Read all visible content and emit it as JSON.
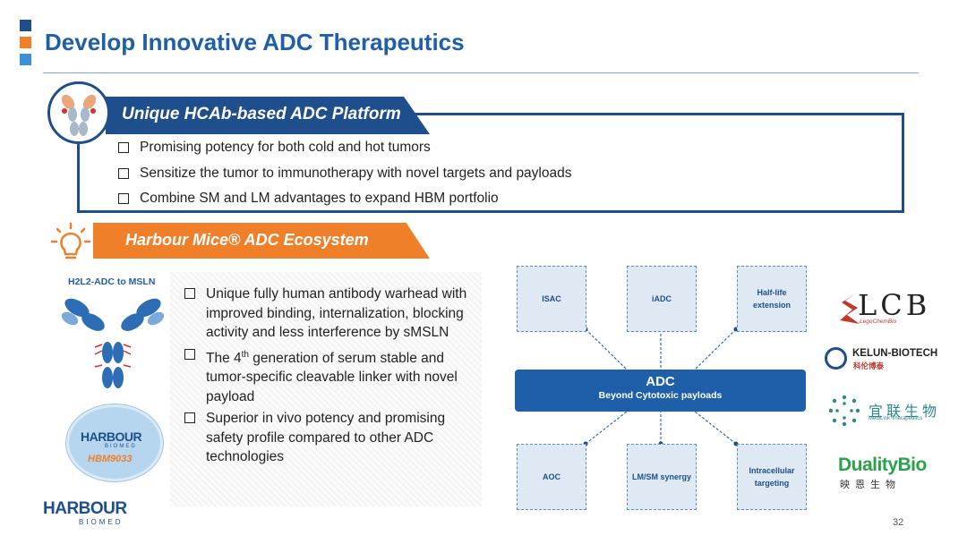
{
  "title": "Develop Innovative ADC Therapeutics",
  "platform": {
    "heading": "Unique HCAb-based ADC Platform",
    "items": [
      "Promising potency for both cold and hot tumors",
      "Sensitize the tumor to immunotherapy with novel targets and payloads",
      "Combine SM and LM advantages to expand HBM portfolio"
    ]
  },
  "ecosystem": {
    "heading": "Harbour Mice® ADC Ecosystem",
    "antibody_label": "H2L2-ADC to MSLN",
    "badge": {
      "logo": "HARBOUR",
      "sub": "BIOMED",
      "code": "HBM9033"
    },
    "company_logo": {
      "name": "HARBOUR",
      "sub": "BIOMED"
    },
    "items": [
      {
        "text": "Unique fully human antibody warhead with improved binding, internalization, blocking activity and less interference by sMSLN"
      },
      {
        "pre": "The 4",
        "sup": "th",
        "post": " generation of serum stable and tumor-specific cleavable linker with novel payload"
      },
      {
        "text": "Superior in vivo potency and promising safety profile compared to other ADC technologies"
      }
    ]
  },
  "diagram": {
    "center_title": "ADC",
    "center_subtitle": "Beyond Cytotoxic payloads",
    "top": [
      "ISAC",
      "iADC",
      "Half-life extension"
    ],
    "bottom": [
      "AOC",
      "LM/SM synergy",
      "Intracellular targeting"
    ]
  },
  "partners": {
    "slcb": "LCB",
    "slcb_sub": "LegoChemBio",
    "kelun": "KELUN-BIOTECH",
    "kelun_cn": "科伦博泰",
    "medilink_cn": "宜联生物",
    "medilink_en": "MediLink Therapeutics",
    "duality": "DualityBio",
    "duality_cn": "映恩生物"
  },
  "page_number": "32",
  "colors": {
    "navy": "#1f4e8c",
    "blue": "#1f5faa",
    "orange": "#f07f2a",
    "box_fill": "#dfe9f4"
  }
}
